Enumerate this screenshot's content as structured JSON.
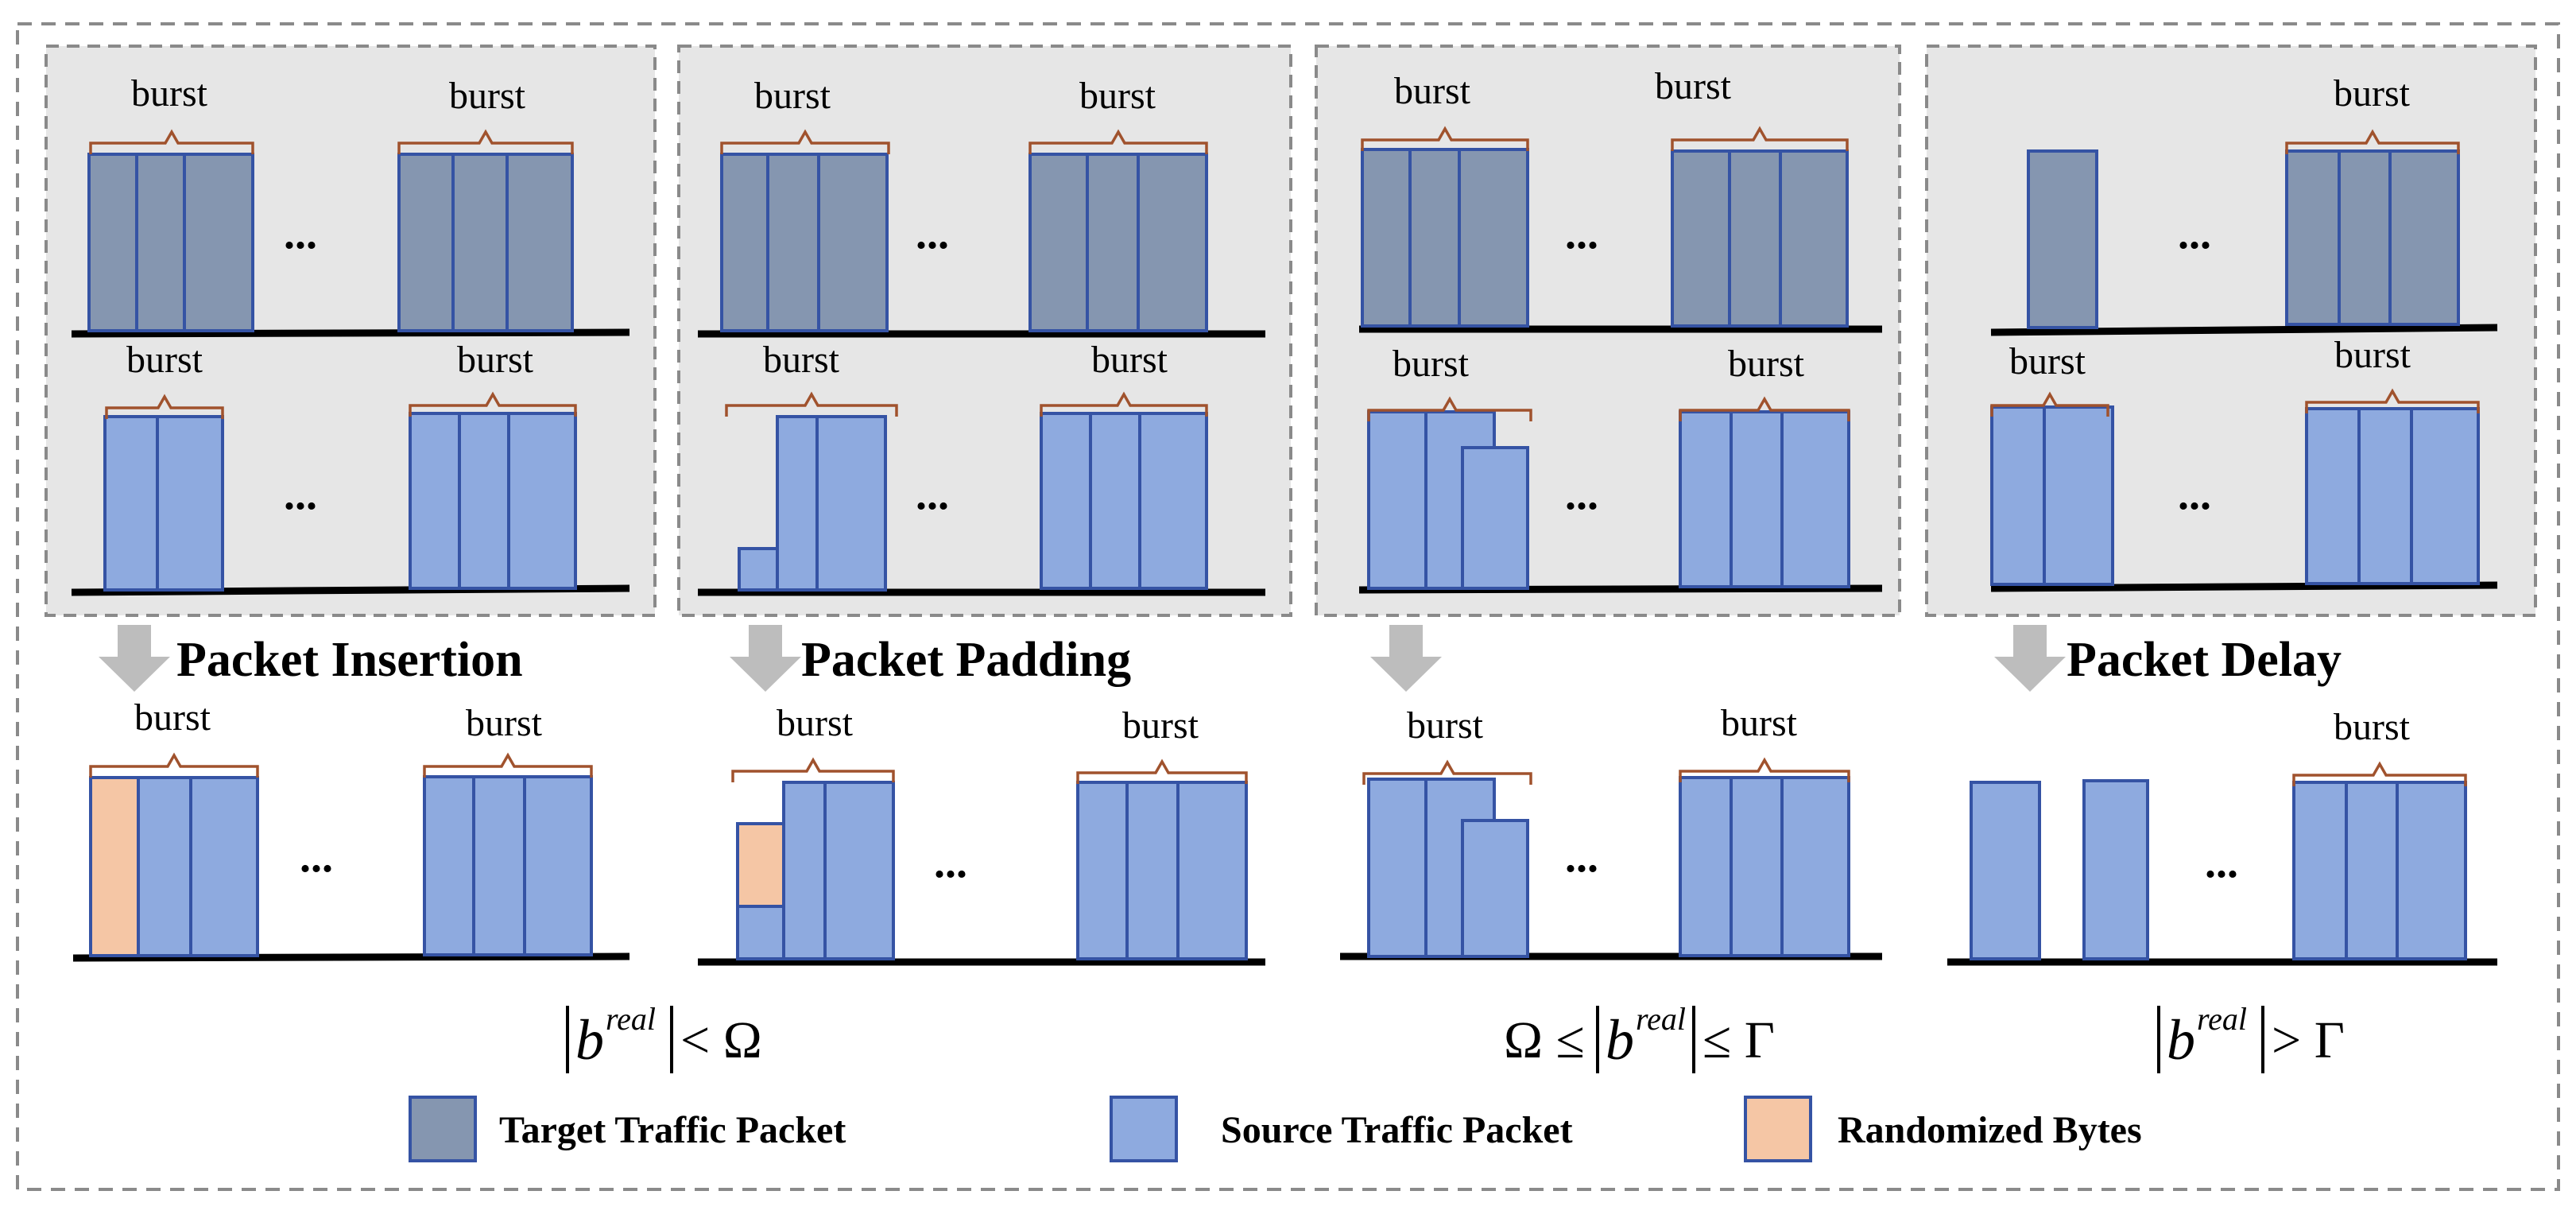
{
  "burst_label": "burst",
  "ellipsis": "...",
  "colors": {
    "target_packet": "#8596b0",
    "source_packet": "#8eaadf",
    "randomized_bytes": "#f5c6a5",
    "packet_stroke": "#3553a4",
    "brace": "#a0522d",
    "panel_bg": "#e6e6e6",
    "arrow": "#bdbdbd"
  },
  "operations": [
    {
      "name": "Packet Insertion"
    },
    {
      "name": "Packet Padding"
    },
    {
      "name": ""
    },
    {
      "name": "Packet Delay"
    }
  ],
  "conditions": {
    "insertion": {
      "b": "b",
      "sup": "real",
      "rel": "< Ω"
    },
    "padding": {
      "pre": "Ω ≤",
      "b": "b",
      "sup": "real",
      "rel": "≤ Γ"
    },
    "delay": {
      "b": "b",
      "sup": "real",
      "rel": "> Γ"
    }
  },
  "legend": [
    {
      "label": "Target Traffic Packet",
      "color": "#8596b0"
    },
    {
      "label": "Source Traffic Packet",
      "color": "#8eaadf"
    },
    {
      "label": "Randomized Bytes",
      "color": "#f5c6a5"
    }
  ]
}
